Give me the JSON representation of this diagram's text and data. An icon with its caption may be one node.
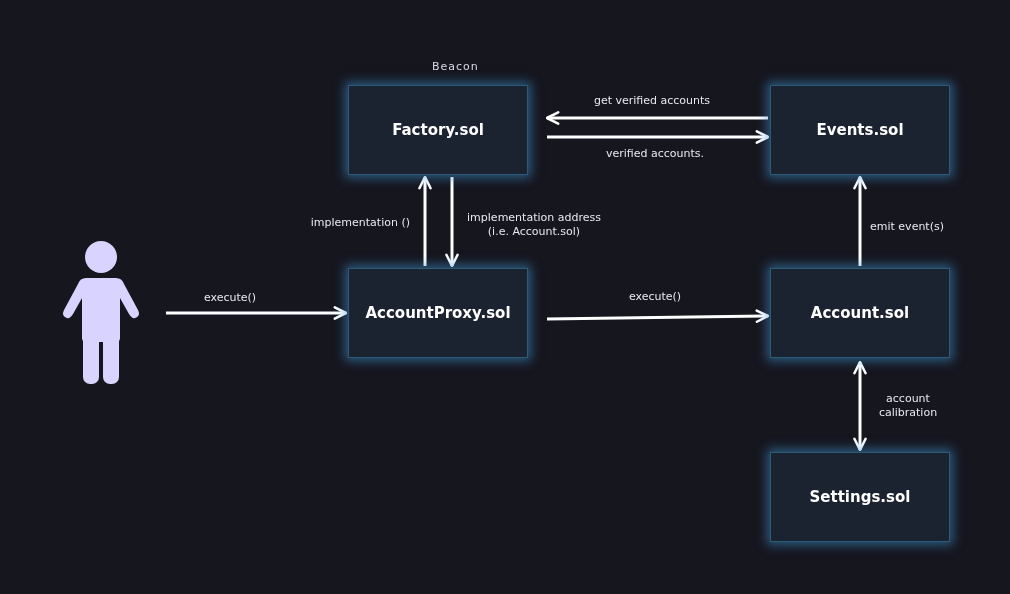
{
  "diagram": {
    "nodes": [
      {
        "text": [],
        "shape": "person"
      },
      {
        "text": [
          "Factory.sol"
        ],
        "beside": [
          "Beacon"
        ]
      },
      {
        "text": [
          "Events.sol"
        ]
      },
      {
        "text": [
          "AccountProxy.sol"
        ]
      },
      {
        "text": [
          "Account.sol"
        ]
      },
      {
        "text": [
          "Settings.sol"
        ]
      }
    ],
    "edges": [
      {
        "from": 0,
        "to": 3,
        "arrow": "to",
        "label": "execute()"
      },
      {
        "from": 2,
        "to": 1,
        "arrow": "to",
        "label": "get verified accounts"
      },
      {
        "from": 1,
        "to": 2,
        "arrow": "to",
        "label": "verified accounts."
      },
      {
        "from": 3,
        "to": 1,
        "arrow": "to",
        "label": "implementation ()"
      },
      {
        "from": 1,
        "to": 3,
        "arrow": "to",
        "label": "implementation address (i.e. Account.sol)"
      },
      {
        "from": 3,
        "to": 4,
        "arrow": "to",
        "label": "execute()"
      },
      {
        "from": 4,
        "to": 2,
        "arrow": "to",
        "label": "emit event(s)"
      },
      {
        "from": 4,
        "to": 5,
        "arrow": "both",
        "label": "account calibration"
      }
    ]
  }
}
